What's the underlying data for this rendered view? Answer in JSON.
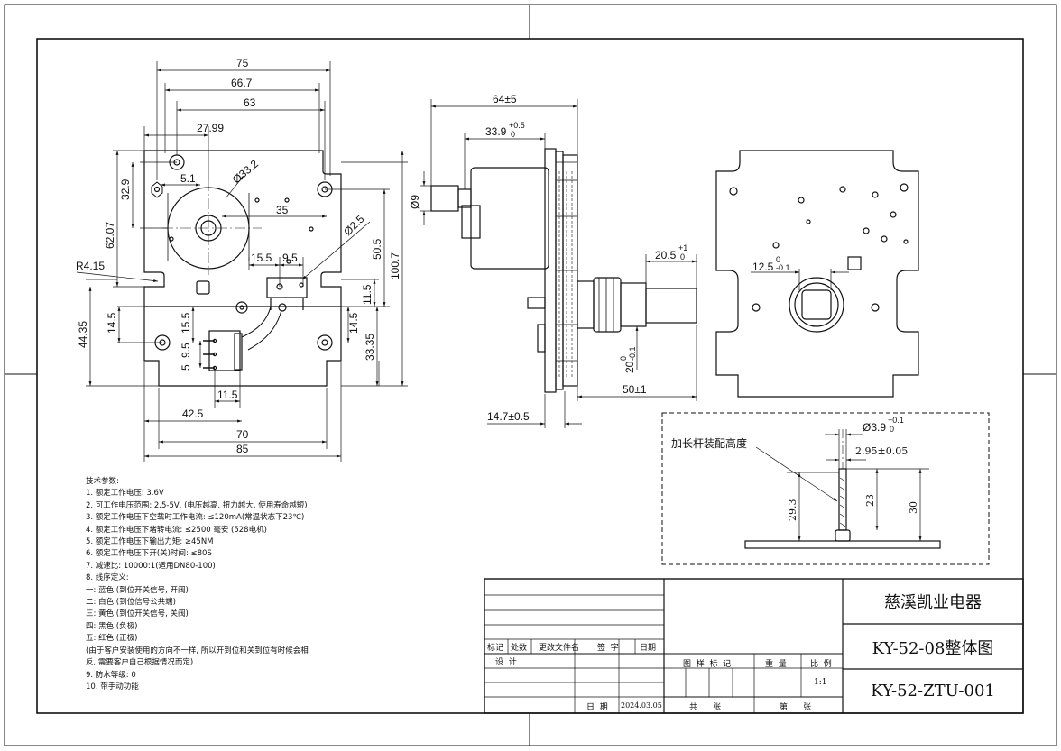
{
  "front_view": {
    "dims": {
      "w75": "75",
      "w66_7": "66.7",
      "w63": "63",
      "w27_99": "27.99",
      "d33_2": "Ø33.2",
      "w5_1": "5.1",
      "h32_9": "32.9",
      "w35": "35",
      "d2_5": "Ø2.5",
      "h62_07": "62.07",
      "r4_15": "R4.15",
      "w15_5": "15.5",
      "w9_5": "9.5",
      "h50_5": "50.5",
      "h100_7": "100.7",
      "h11_5": "11.5",
      "h14_5a": "14.5",
      "h15_5": "15.5",
      "h14_5b": "14.5",
      "h44_35": "44.35",
      "h9_5": "9.5",
      "h5": "5",
      "h33_35": "33.35",
      "w11_5": "11.5",
      "w42_5": "42.5",
      "w70": "70",
      "w85": "85"
    }
  },
  "side_view": {
    "dims": {
      "w64": "64±5",
      "w33_9": "33.9",
      "w33_9_tol_up": "+0.5",
      "w33_9_tol_lo": "0",
      "d9": "Ø9",
      "w20_5": "20.5",
      "w20_5_tol_up": "+1",
      "w20_5_tol_lo": "0",
      "h20": "20",
      "h20_tol_up": "0",
      "h20_tol_lo": "-0.1",
      "w50": "50±1",
      "w14_7": "14.7±0.5"
    }
  },
  "back_view": {
    "dims": {
      "w12_5": "12.5",
      "w12_5_tol_up": "0",
      "w12_5_tol_lo": "-0.1"
    }
  },
  "detail": {
    "label": "加长杆装配高度",
    "d3_9": "Ø3.9",
    "d3_9_tol_up": "+0.1",
    "d3_9_tol_lo": "0",
    "w2_95": "2.95±0.05",
    "h29_3": "29.3",
    "h23": "23",
    "h30": "30"
  },
  "tech": {
    "title": "技术参数:",
    "lines": [
      "1. 额定工作电压:  3.6V",
      "2. 可工作电压范围: 2.5-5V, (电压越高, 扭力越大, 使用寿命越短)",
      "3. 额定工作电压下空载时工作电流: ≤120mA(常温状态下23℃)",
      "4. 额定工作电压下堵转电流: ≤2500 毫安 (528电机)",
      "5. 额定工作电压下输出力矩: ≥45NM",
      "6. 额定工作电压下开(关)时间: ≤80S",
      "7. 减速比: 10000:1(适用DN80-100)",
      "8. 线序定义:",
      "    一: 蓝色 (到位开关信号, 开阀)",
      "    二: 白色 (到位信号公共端)",
      "    三: 黄色 (到位开关信号, 关阀)",
      "    四: 黑色 (负极)",
      "    五: 红色 (正极)",
      " (由于客户安装使用的方向不一样, 所以开到位和关到位有时候会相",
      "反, 需要客户自己根据情况而定)",
      "9. 防水等级:  0",
      "10. 带手动功能"
    ]
  },
  "title_block": {
    "company": "慈溪凯业电器",
    "drawing_name": "KY-52-08整体图",
    "drawing_no": "KY-52-ZTU-001",
    "rev_headers": [
      "标记",
      "处数",
      "更改文件名",
      "签  字",
      "日期"
    ],
    "design": "设  计",
    "mark_header": "图  样  标  记",
    "weight_header": "重  量",
    "scale_header": "比  例",
    "scale": "1:1",
    "date_label": "日  期",
    "date": "2024.03.05",
    "sheets_total": "共      张",
    "sheet_no": "第      张"
  }
}
